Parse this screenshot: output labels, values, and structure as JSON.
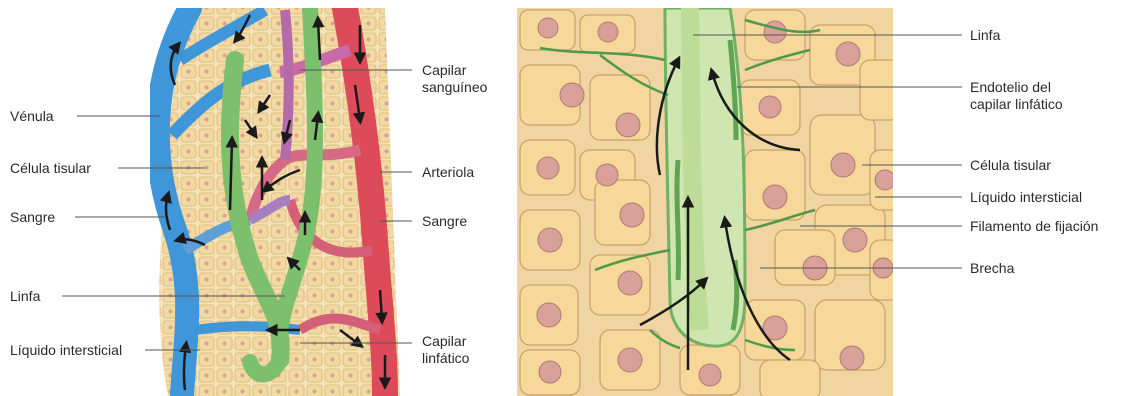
{
  "left_panel": {
    "labels": {
      "venula": "Vénula",
      "celula_tisular": "Célula tisular",
      "sangre_left": "Sangre",
      "linfa": "Linfa",
      "liquido_intersticial": "Líquido intersticial",
      "capilar_sanguineo_l1": "Capilar",
      "capilar_sanguineo_l2": "sanguíneo",
      "arteriola": "Arteriola",
      "sangre_right": "Sangre",
      "capilar_linfatico_l1": "Capilar",
      "capilar_linfatico_l2": "linfático"
    }
  },
  "right_panel": {
    "labels": {
      "linfa": "Linfa",
      "endotelio_l1": "Endotelio del",
      "endotelio_l2": "capilar linfático",
      "celula_tisular": "Célula tisular",
      "liquido_intersticial": "Líquido intersticial",
      "filamento": "Filamento de fijación",
      "brecha": "Brecha"
    }
  },
  "colors": {
    "vein_blue": "#3f96d8",
    "artery_red": "#dd4a5a",
    "lymph_green": "#7cbf6c",
    "tissue_cell": "#f4d79c",
    "nucleus": "#d9a19a"
  }
}
